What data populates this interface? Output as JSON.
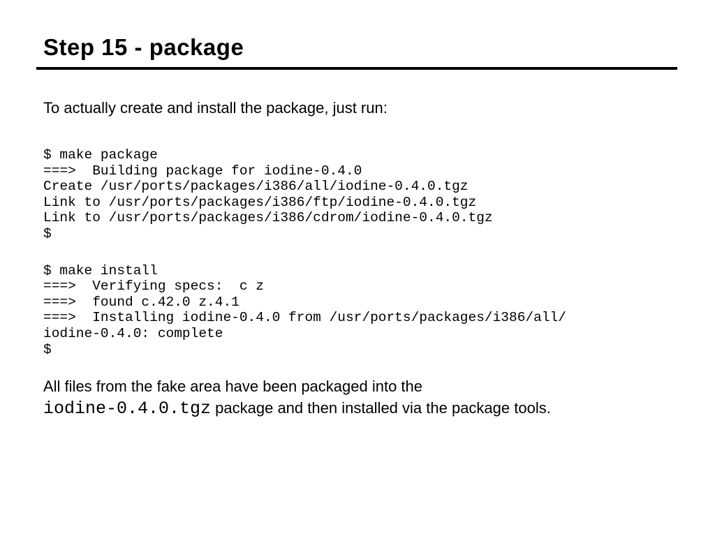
{
  "slide": {
    "title": "Step 15 - package",
    "intro": "To actually create and install the package, just run:",
    "code_block_1": {
      "lines": [
        "$ make package",
        "===>  Building package for iodine-0.4.0",
        "Create /usr/ports/packages/i386/all/iodine-0.4.0.tgz",
        "Link to /usr/ports/packages/i386/ftp/iodine-0.4.0.tgz",
        "Link to /usr/ports/packages/i386/cdrom/iodine-0.4.0.tgz",
        "$"
      ]
    },
    "code_block_2": {
      "lines": [
        "$ make install",
        "===>  Verifying specs:  c z",
        "===>  found c.42.0 z.4.1",
        "===>  Installing iodine-0.4.0 from /usr/ports/packages/i386/all/",
        "iodine-0.4.0: complete",
        "$"
      ]
    },
    "outro": {
      "part1": "All files from the fake area have been packaged into the",
      "filename": "iodine-0.4.0.tgz",
      "part2": " package and then installed via the package tools."
    }
  },
  "colors": {
    "background": "#ffffff",
    "text": "#000000"
  }
}
